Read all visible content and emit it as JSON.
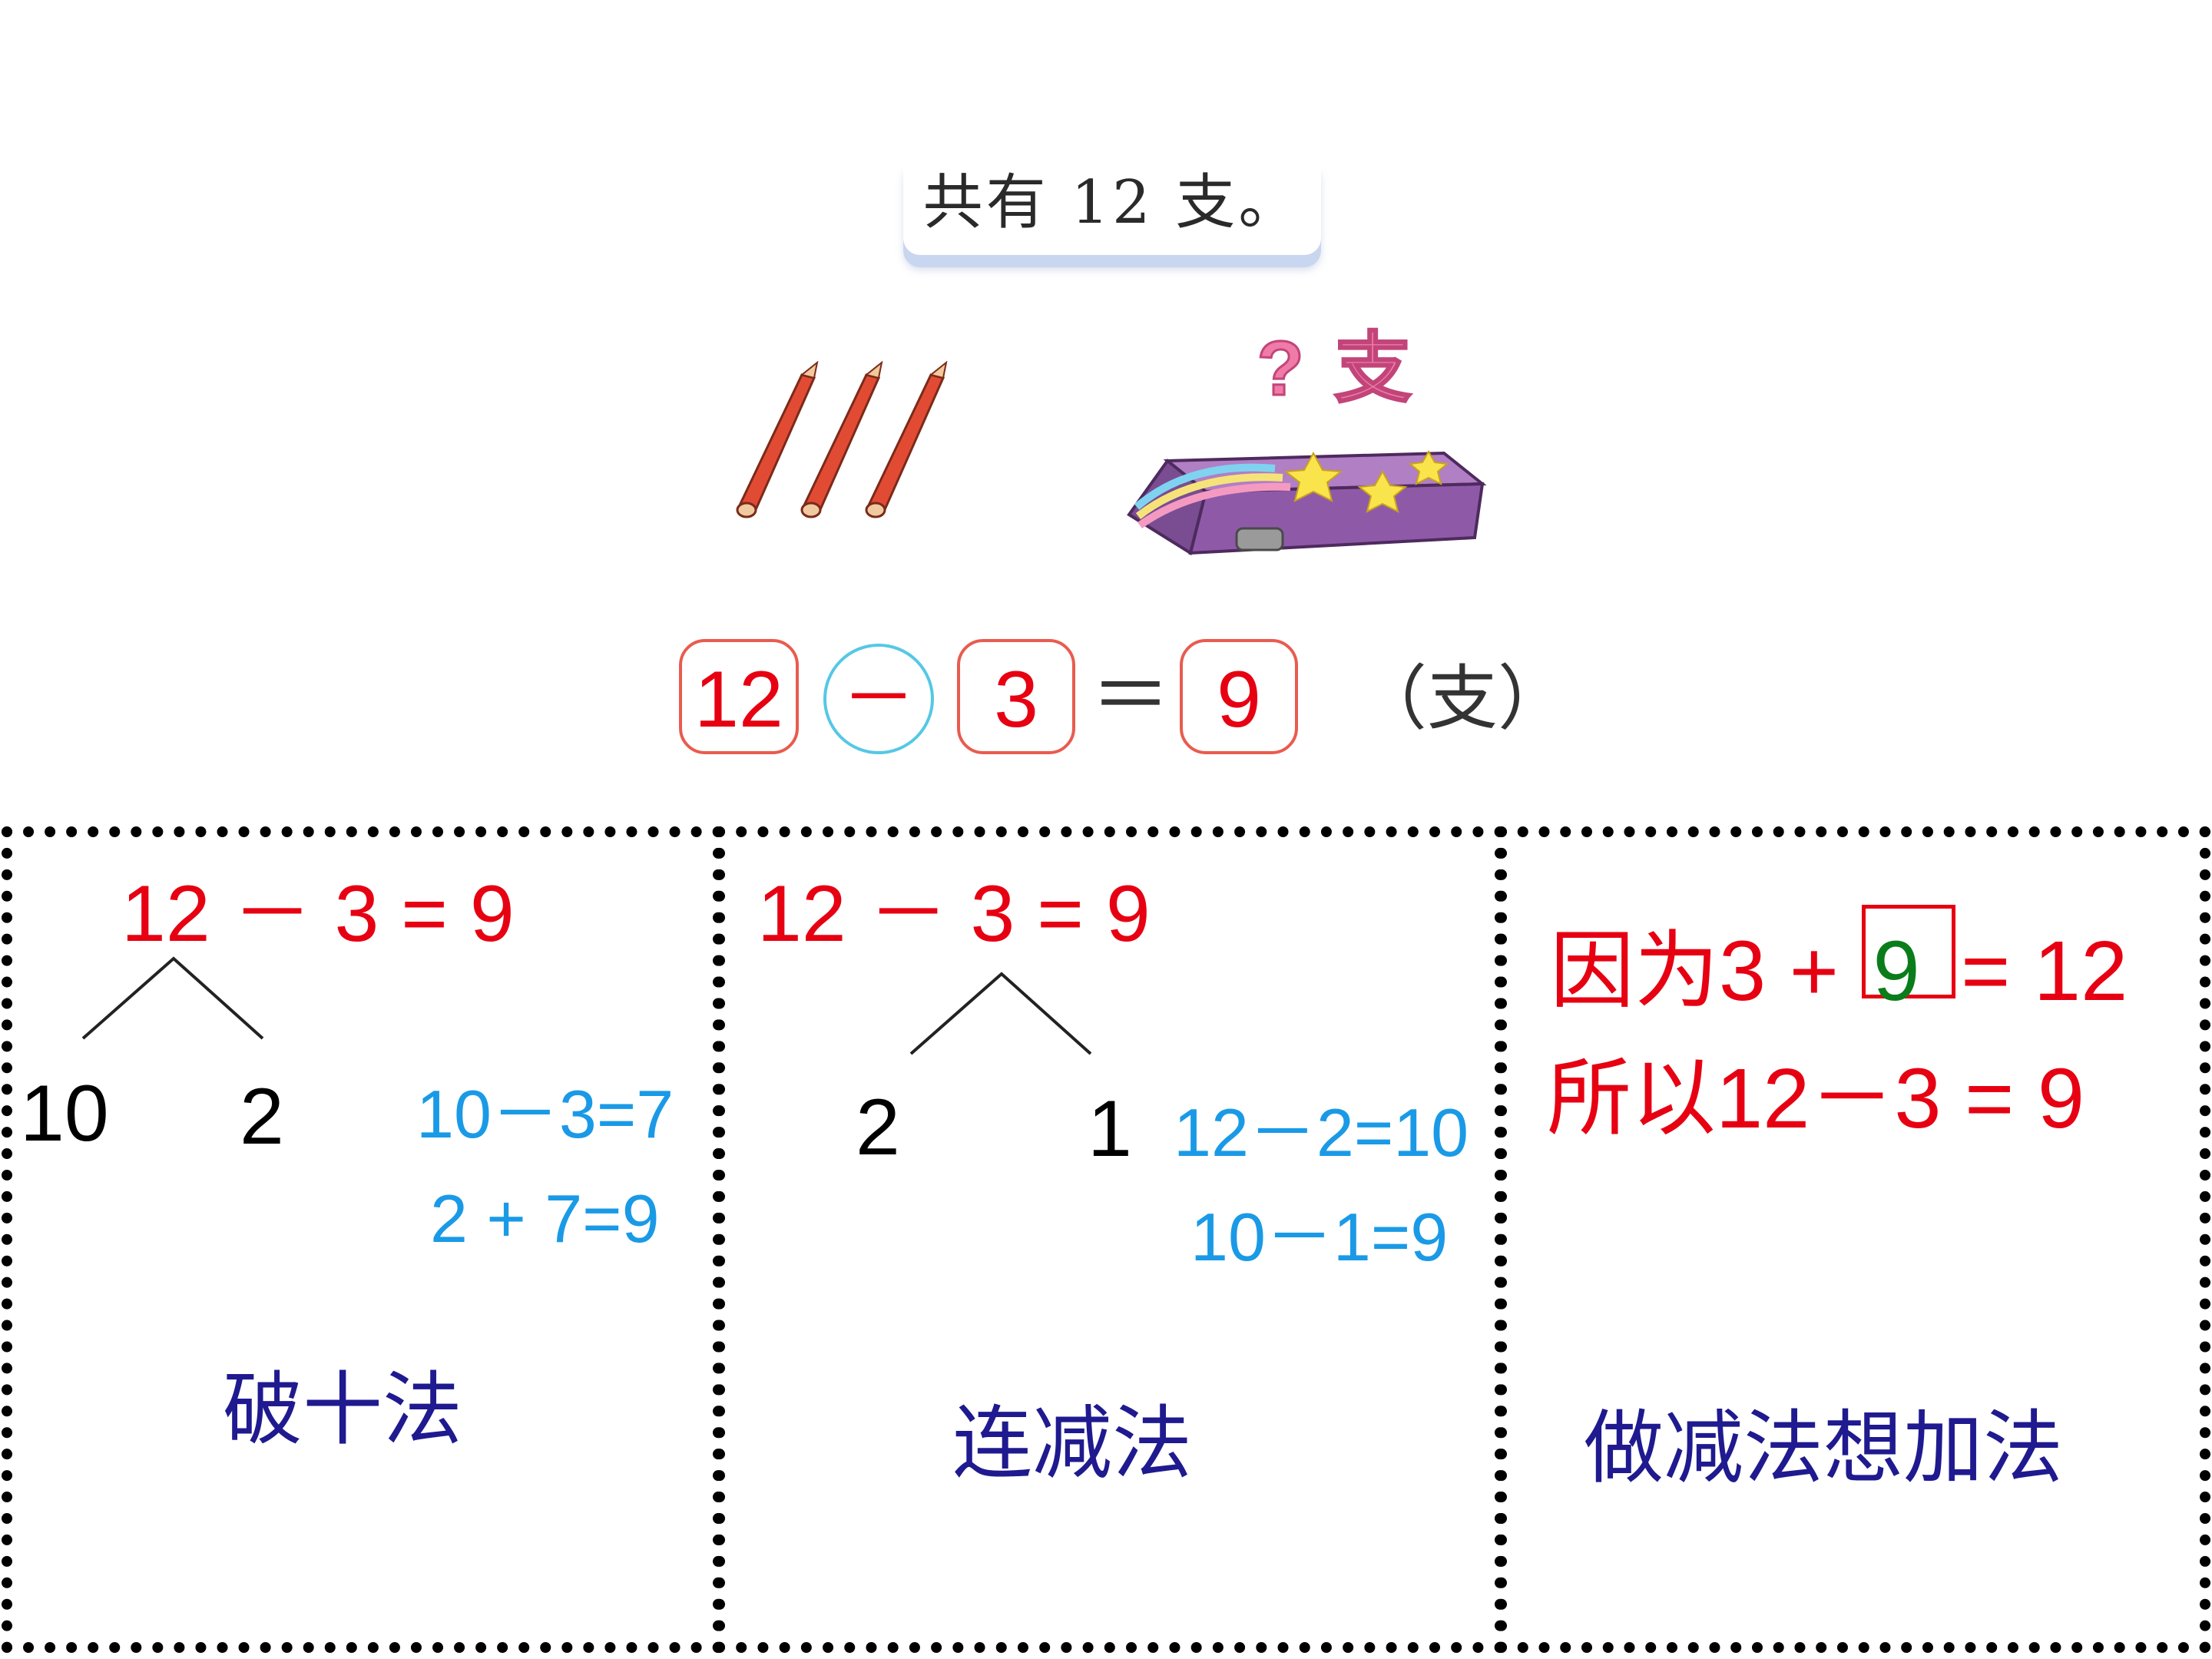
{
  "caption": "共有 12 支。",
  "question_label": "? 支",
  "equation": {
    "minuend": "12",
    "operator": "－",
    "subtrahend": "3",
    "equals": "＝",
    "result": "9",
    "unit": "（支）"
  },
  "method1": {
    "equation": "12 － 3 = 9",
    "split_left": "10",
    "split_right": "2",
    "step1": "10－3=7",
    "step2": "2 + 7=9",
    "name": "破十法"
  },
  "method2": {
    "equation": "12 － 3 = 9",
    "split_left": "2",
    "split_right": "1",
    "step1": "12－2=10",
    "step2": "10－1=9",
    "name": "连减法"
  },
  "method3": {
    "line1_prefix": "因为3 + ",
    "line1_box": "9",
    "line1_suffix": " = 12",
    "line2": "所以12－3 = 9",
    "name": "做减法想加法"
  },
  "colors": {
    "answer_red": "#e60012",
    "step_blue": "#1a9ae6",
    "method_navy": "#1f1a8f",
    "box_green": "#0a7d1a",
    "operator_circle": "#55c8e4",
    "pencil_case_purple": "#8e5aa8"
  }
}
